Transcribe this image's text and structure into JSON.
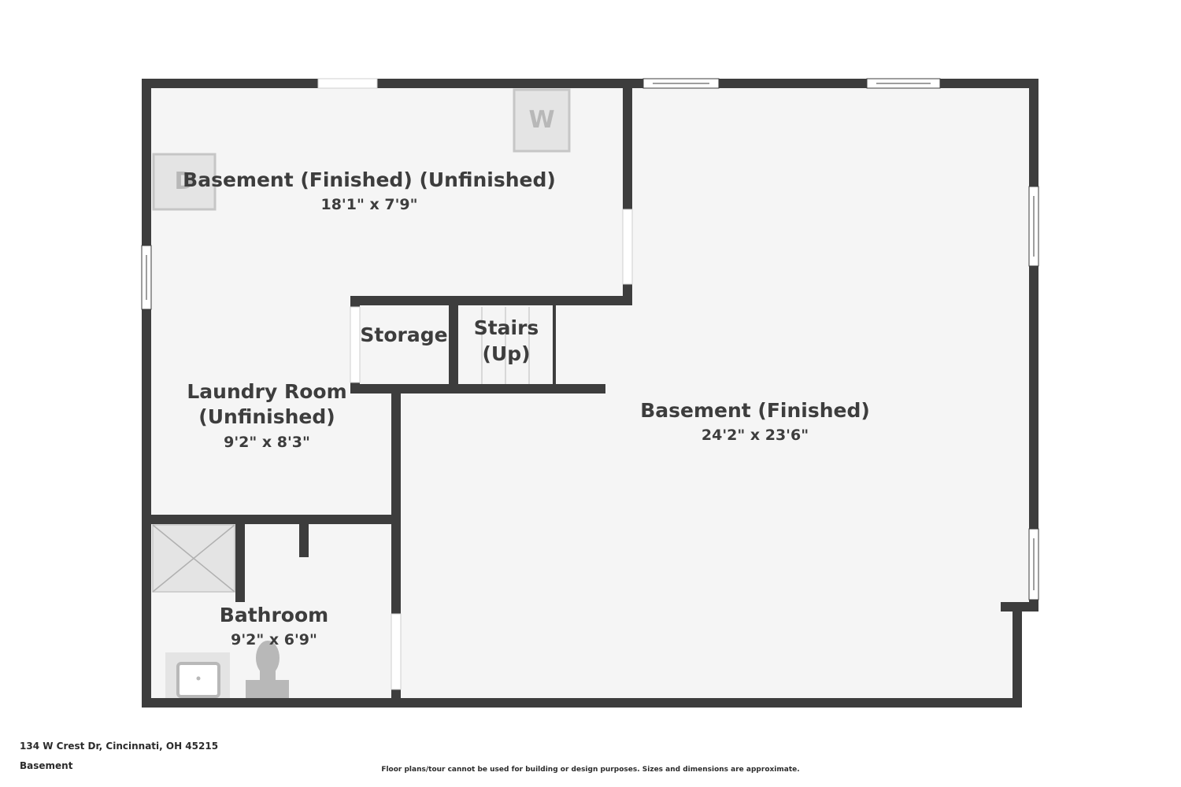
{
  "rooms": [
    {
      "name": "Basement (Finished) (Unfinished)",
      "dims": "18'1\" x 7'9\""
    },
    {
      "name": "Laundry Room",
      "name2": "(Unfinished)",
      "dims": "9'2\" x 8'3\""
    },
    {
      "name": "Storage"
    },
    {
      "name": "Stairs",
      "name2": "(Up)"
    },
    {
      "name": "Basement (Finished)",
      "dims": "24'2\" x 23'6\""
    },
    {
      "name": "Bathroom",
      "dims": "9'2\" x 6'9\""
    }
  ],
  "appliances": {
    "washer": "W",
    "dryer": "D"
  },
  "icons": [
    "washer-icon",
    "dryer-icon",
    "shower-icon",
    "sink-icon",
    "toilet-icon"
  ],
  "colors": {
    "wall": "#3d3d3d",
    "floor": "#f5f5f5",
    "fixture": "#e4e4e4",
    "label": "#3d3d3d"
  },
  "footer": {
    "address": "134 W Crest Dr, Cincinnati, OH 45215",
    "floor": "Basement",
    "disclaimer": "Floor plans/tour cannot be used for building or design purposes. Sizes and dimensions are approximate."
  }
}
